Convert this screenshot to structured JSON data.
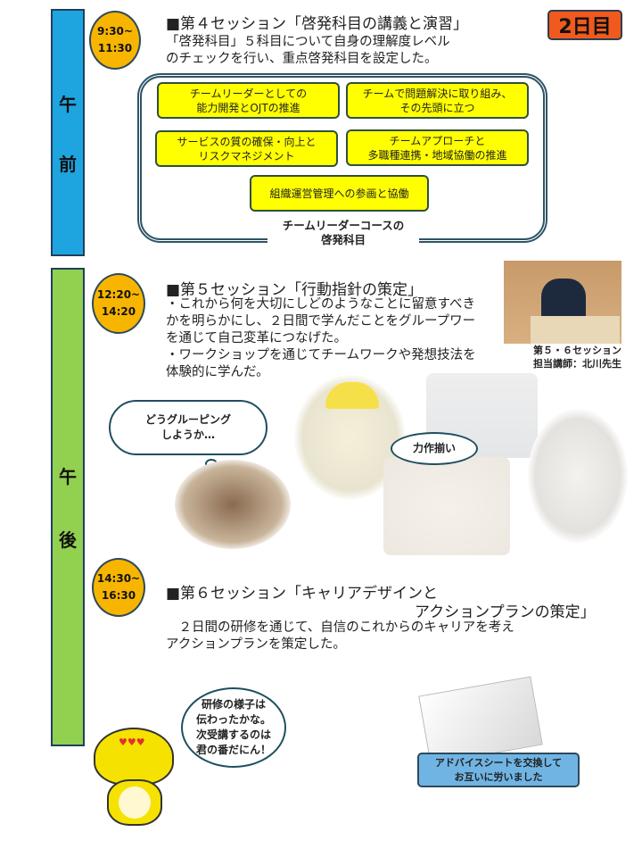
{
  "badge": "2日目",
  "morning": {
    "bar": [
      "午",
      "前"
    ],
    "time": [
      "9:30~",
      "11:30"
    ],
    "title": "■第４セッション「啓発科目の講義と演習」",
    "body": [
      "「啓発科目」５科目について自身の理解度レベル",
      "のチェックを行い、重点啓発科目を設定した。"
    ],
    "subjects": [
      [
        "チームリーダーとしての",
        "能力開発とOJTの推進"
      ],
      [
        "チームで問題解決に取り組み、",
        "その先頭に立つ"
      ],
      [
        "サービスの質の確保・向上と",
        "リスクマネジメント"
      ],
      [
        "チームアプローチと",
        "多職種連携・地域協働の推進"
      ],
      [
        "組織運営管理への参画と協働"
      ]
    ],
    "frame_label": [
      "チームリーダーコースの",
      "啓発科目"
    ]
  },
  "afternoon": {
    "bar": [
      "午",
      "後"
    ],
    "s5": {
      "time": [
        "12:20~",
        "14:20"
      ],
      "title": "■第５セッション「行動指針の策定」",
      "body": [
        "・これから何を大切にしどのようなことに留意すべき",
        "かを明らかにし、２日間で学んだことをグループワー",
        "を通じて自己変革につなげた。",
        "・ワークショップを通じてチームワークや発想技法を",
        "体験的に学んだ。"
      ],
      "instructor_caption": [
        "第５・６セッション",
        "担当講師：北川先生"
      ],
      "thought_bubble": [
        "どうグルーピング",
        "しようか…"
      ],
      "poster_label": "力作揃い"
    },
    "s6": {
      "time": [
        "14:30~",
        "16:30"
      ],
      "title_line1": "■第６セッション「キャリアデザインと",
      "title_line2": "アクションプランの策定」",
      "body": [
        "　２日間の研修を通じて、自信のこれからのキャリアを考え",
        "アクションプランを策定した。"
      ]
    },
    "mascot_speech": [
      "研修の様子は",
      "伝わったかな。",
      "次受講するのは",
      "君の番だにん！"
    ],
    "advice_caption": [
      "アドバイスシートを交換して",
      "お互いに労いました"
    ]
  },
  "colors": {
    "morning_bar": "#1ea5e0",
    "afternoon_bar": "#92d050",
    "time_circle": "#f7b500",
    "badge": "#f05a1e",
    "subject_box": "#ffff00",
    "caption_box": "#70b4e4"
  }
}
